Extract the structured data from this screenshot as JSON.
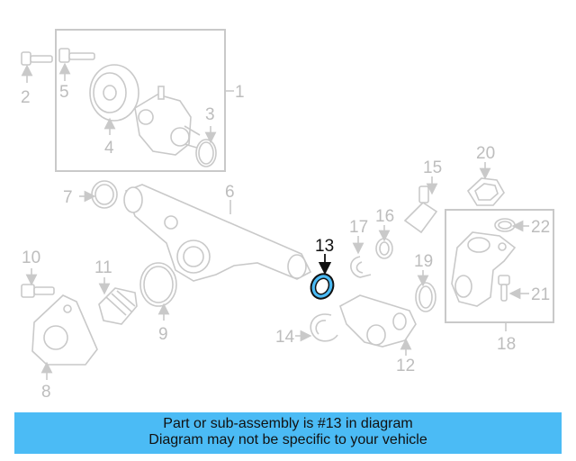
{
  "callouts": {
    "c1": "1",
    "c2": "2",
    "c3": "3",
    "c4": "4",
    "c5": "5",
    "c6": "6",
    "c7": "7",
    "c8": "8",
    "c9": "9",
    "c10": "10",
    "c11": "11",
    "c12": "12",
    "c13": "13",
    "c14": "14",
    "c15": "15",
    "c16": "16",
    "c17": "17",
    "c18": "18",
    "c19": "19",
    "c20": "20",
    "c21": "21",
    "c22": "22"
  },
  "highlight": {
    "part": "13",
    "color": "#4bbbf5"
  },
  "banner": {
    "line1": "Part or sub-assembly is #13 in diagram",
    "line2": "Diagram may not be specific to your vehicle",
    "background": "#4bbbf5"
  }
}
